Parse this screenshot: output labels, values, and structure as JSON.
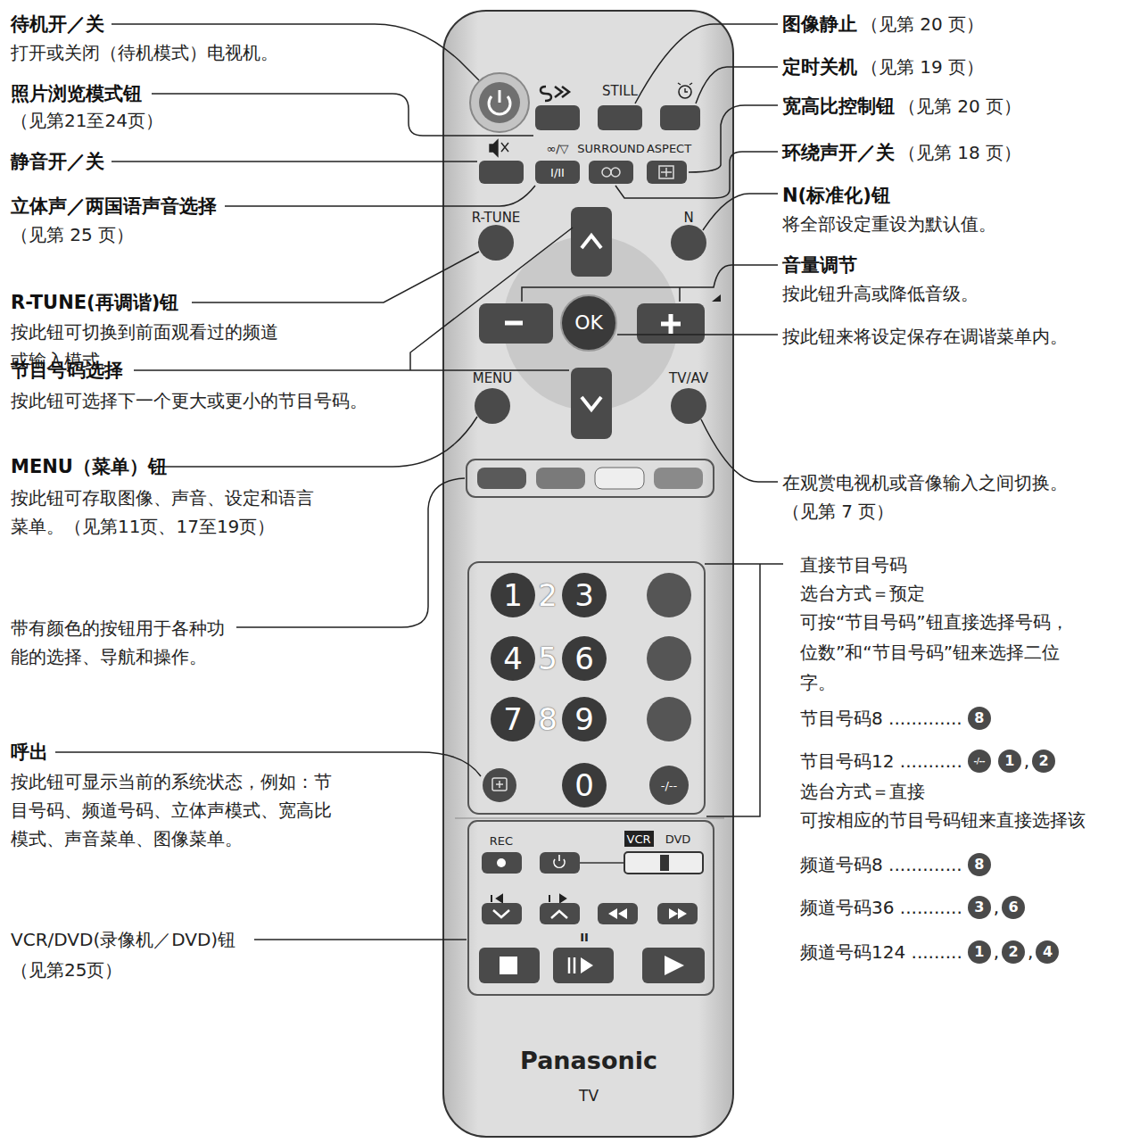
{
  "diagram": {
    "labels": [
      "待机开／关",
      "打开或关闭（待机模式）电视机。",
      "照片浏览模式钮",
      "（见第21至24页）",
      "静音开／关",
      "立体声／两国语声音选择",
      "（见第 25 页）",
      "R-TUNE(再调谐)钮",
      "按此钮可切换到前面观看过的频道 或输入模式。",
      "节目号码选择",
      "按此钮可选择下一个更大或更小的节目号码。",
      "MENU（菜单）钮",
      "按此钮可存取图像、声音、设定和语言 菜单。（见第11页、17至19页）",
      "带有颜色的按钮用于各种功 能的选择、导航和操作。",
      "呼出",
      "按此钮可显示当前的系统状态，例如：节 目号码、频道号码、立体声模式、宽高比 模式、声音菜单、图像菜单。",
      "VCR/DVD(录像机／DVD)钮",
      "（见第25页）",
      "图像静止",
      "（见第 20 页）",
      "定时关机",
      "（见第 19 页）",
      "宽高比控制钮",
      "（见第 20 页）",
      "环绕声开／关",
      "（见第 18 页）",
      "N(标准化)钮",
      "将全部设定重设为默认值。",
      "音量调节",
      "按此钮升高或降低音级。",
      "按此钮来将设定保存在调谐菜单内。",
      "在观赏电视机或音像输入之间切换。",
      "（见第 7 页）",
      "直接节目号码",
      "选台方式＝预定",
      "可按“节目号码”钮直接选择号码，",
      "位数”和“节目号码”钮来选择二位",
      "字。",
      "节目号码8 .............",
      "8",
      "节目号码12 ...........",
      "-/--",
      "1",
      ",",
      "2",
      "选台方式＝直接",
      "可按相应的节目号码钮来直接选择该",
      "频道号码8 .............",
      "8",
      "频道号码36 ...........",
      "3",
      ",",
      "6",
      "频道号码124 .........",
      "1",
      ",",
      "2",
      ",",
      "4",
      "STILL",
      "∞/▽",
      "I/II",
      "SURROUND",
      "ASPECT",
      "R-TUNE",
      "N",
      "OK",
      "MENU",
      "TV/AV",
      "1",
      "2",
      "3",
      "4",
      "5",
      "6",
      "7",
      "8",
      "9",
      "0",
      "-/--",
      "REC",
      "VCR",
      "DVD",
      "II",
      "Panasonic",
      "TV"
    ]
  }
}
